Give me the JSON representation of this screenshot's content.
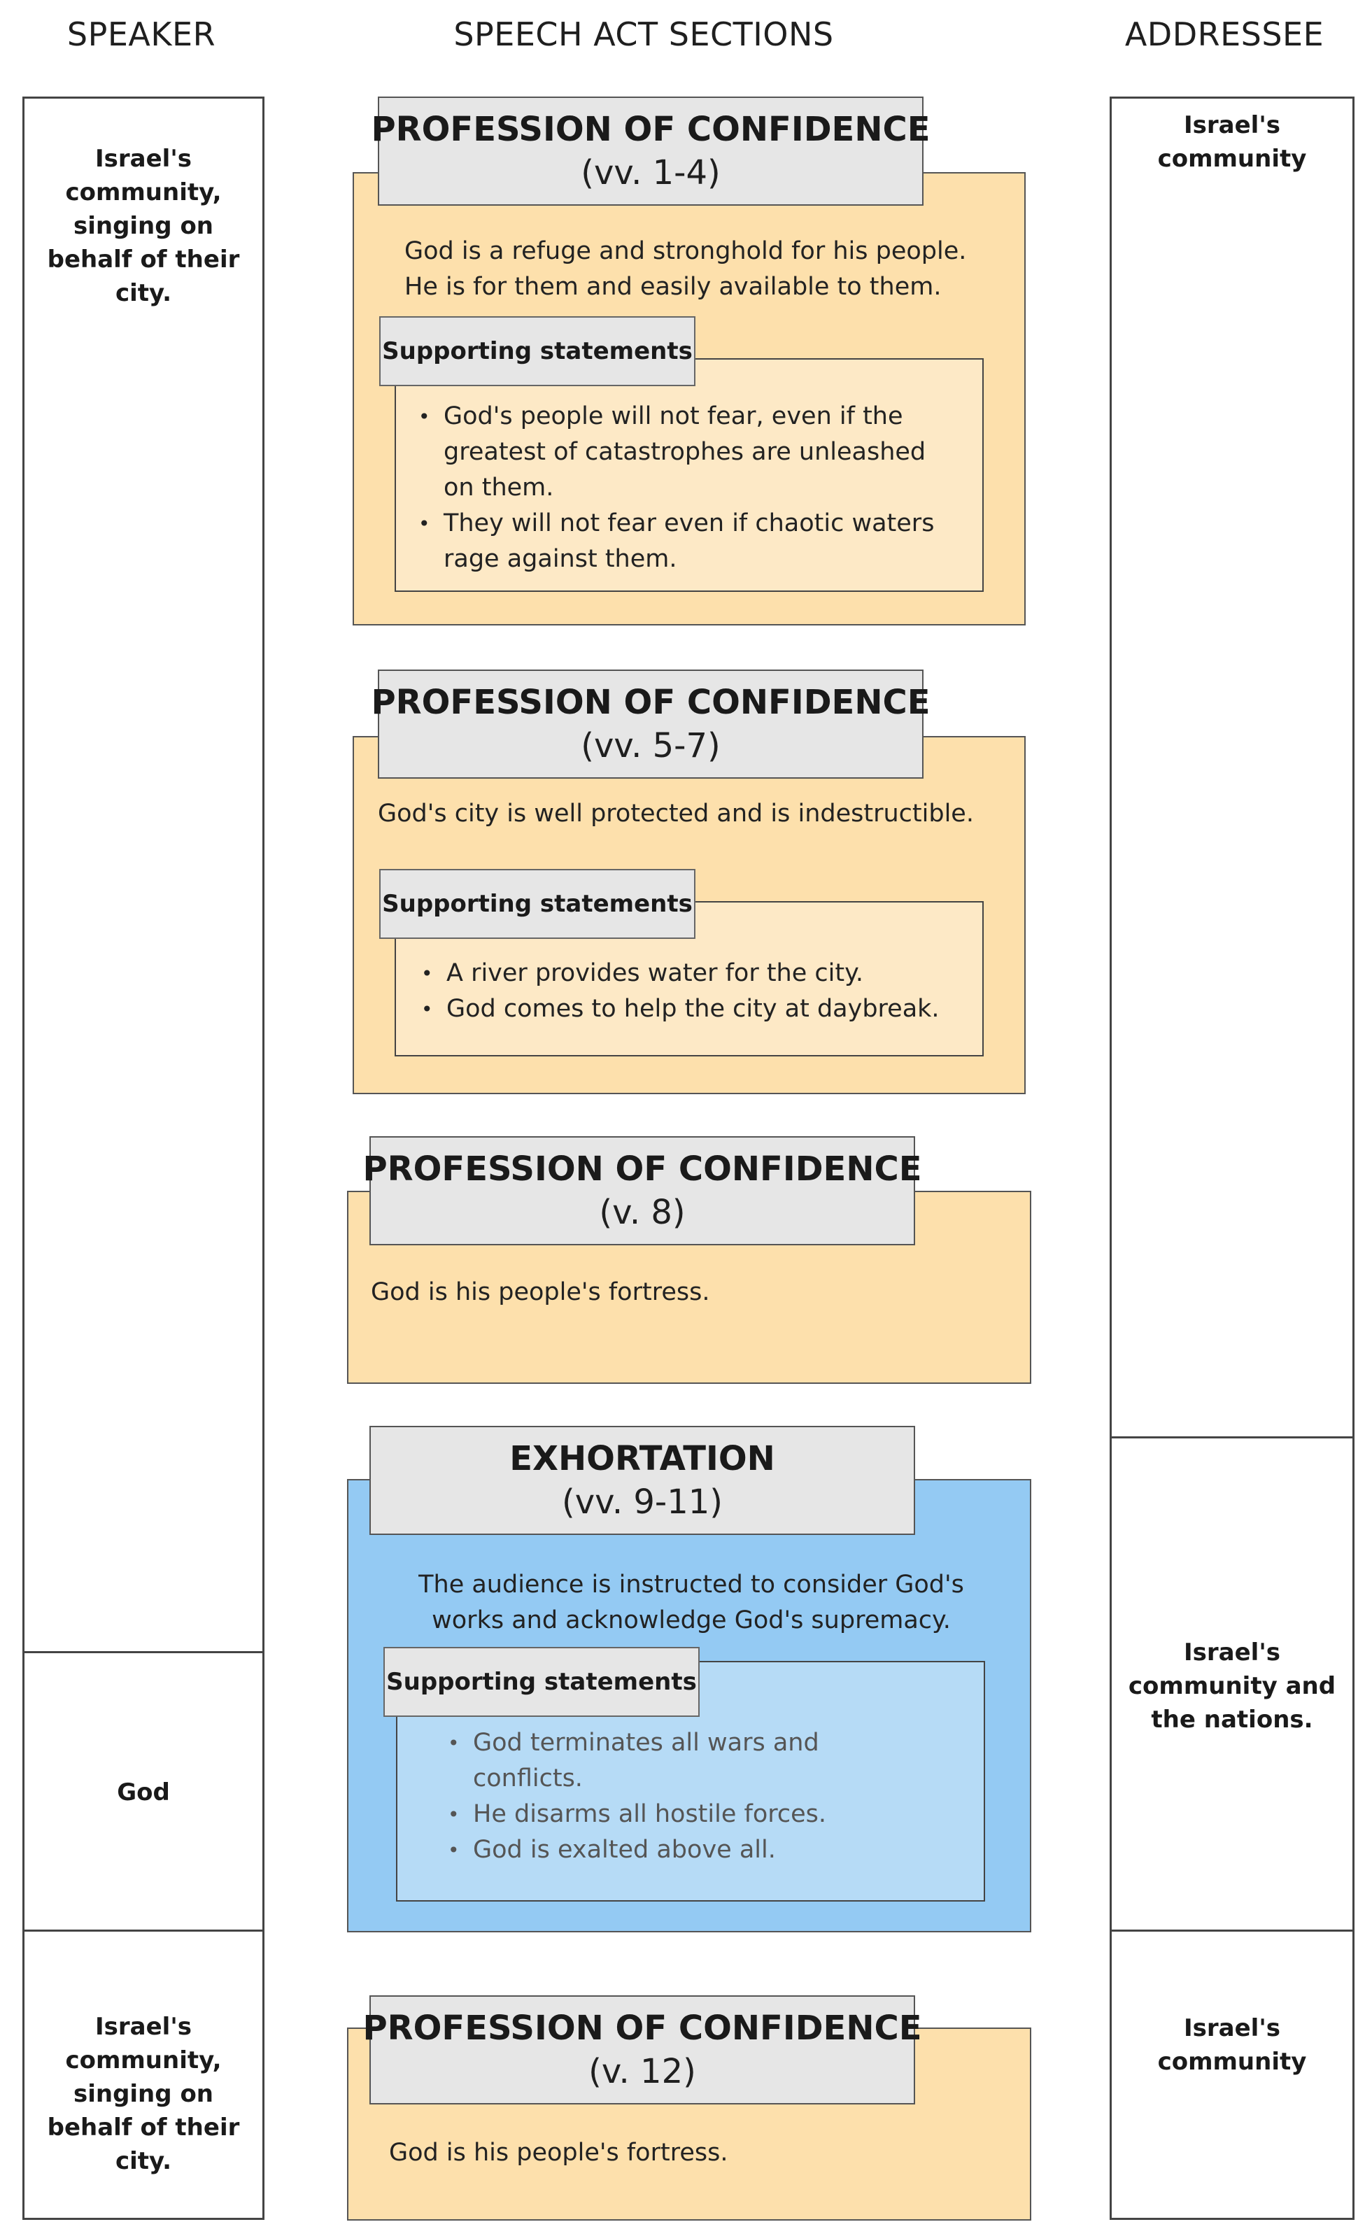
{
  "headers": {
    "speaker": "SPEAKER",
    "sections": "SPEECH ACT SECTIONS",
    "addressee": "ADDRESSEE"
  },
  "speaker": {
    "block1": "Israel's community, singing on behalf of their city.",
    "block2": "God",
    "block3": "Israel's community, singing on behalf of their city."
  },
  "addressee": {
    "block1": "Israel's community",
    "block2": "Israel's community and the nations.",
    "block3": "Israel's community"
  },
  "sections": [
    {
      "title": "PROFESSION OF CONFIDENCE",
      "verses": "(vv. 1-4)",
      "body": "God is a refuge and stronghold for his people. He is for them and easily available to them.",
      "supporting_label": "Supporting statements",
      "supporting": [
        "God's people will not fear, even if  the greatest of catastrophes are unleashed on them.",
        "They will not fear even if chaotic waters rage against them."
      ]
    },
    {
      "title": "PROFESSION OF CONFIDENCE",
      "verses": "(vv. 5-7)",
      "body": "God's city is well protected and is indestructible.",
      "supporting_label": "Supporting statements",
      "supporting": [
        "A river provides water for the city.",
        "God comes to help the city at daybreak."
      ]
    },
    {
      "title": "PROFESSION OF CONFIDENCE",
      "verses": "(v. 8)",
      "body": "God is his people's fortress."
    },
    {
      "title": "EXHORTATION",
      "verses": "(vv. 9-11)",
      "body": "The audience is instructed to consider God's works and acknowledge God's supremacy.",
      "supporting_label": "Supporting statements",
      "supporting": [
        "God terminates all wars and conflicts.",
        "He disarms all hostile forces.",
        "God is exalted above all."
      ]
    },
    {
      "title": "PROFESSION OF CONFIDENCE",
      "verses": "(v. 12)",
      "body": "God is his people's fortress."
    }
  ],
  "colors": {
    "confidence_fill": "#fde0ac",
    "confidence_inner": "#fde9c6",
    "exhortation_fill": "#94caf3",
    "exhortation_inner": "#b6dbf6",
    "title_fill": "#e6e6e6"
  }
}
